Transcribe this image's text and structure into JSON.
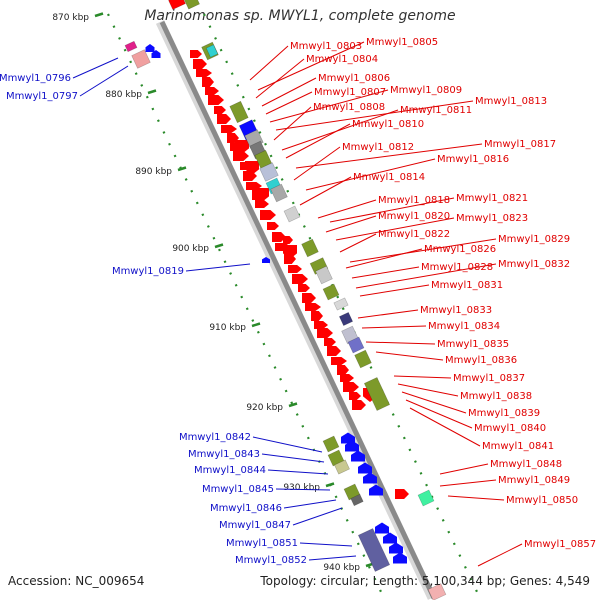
{
  "title": "Marinomonas sp. MWYL1, complete genome",
  "footer": {
    "accession": "Accession: NC_009654",
    "topology": "Topology: circular; Length: 5,100,344 bp; Genes: 4,549"
  },
  "colors": {
    "backbone": "#8a8a8a",
    "forward_label": "#e00000",
    "reverse_label": "#1010c8",
    "tick": "#2a8a2a",
    "cds_red": "#ff0000",
    "cds_blue": "#0b0bff",
    "feature_olive": "#7d9a2a",
    "feature_gray": "#a8a8a8",
    "feature_cyan": "#30d0d0",
    "feature_navy": "#3a3a7a",
    "feature_pink": "#f0a0a0",
    "feature_magenta": "#e0208a",
    "feature_mint": "#40f0a0"
  },
  "kbp_ticks": [
    "870 kbp",
    "880 kbp",
    "890 kbp",
    "900 kbp",
    "910 kbp",
    "920 kbp",
    "930 kbp",
    "940 kbp"
  ],
  "forward_genes": [
    "Mmwyl1_0803",
    "Mmwyl1_0805",
    "Mmwyl1_0804",
    "Mmwyl1_0806",
    "Mmwyl1_0807",
    "Mmwyl1_0809",
    "Mmwyl1_0813",
    "Mmwyl1_0808",
    "Mmwyl1_0811",
    "Mmwyl1_0810",
    "Mmwyl1_0817",
    "Mmwyl1_0812",
    "Mmwyl1_0816",
    "Mmwyl1_0814",
    "Mmwyl1_0818",
    "Mmwyl1_0821",
    "Mmwyl1_0820",
    "Mmwyl1_0823",
    "Mmwyl1_0822",
    "Mmwyl1_0829",
    "Mmwyl1_0826",
    "Mmwyl1_0828",
    "Mmwyl1_0832",
    "Mmwyl1_0831",
    "Mmwyl1_0833",
    "Mmwyl1_0834",
    "Mmwyl1_0835",
    "Mmwyl1_0836",
    "Mmwyl1_0837",
    "Mmwyl1_0838",
    "Mmwyl1_0839",
    "Mmwyl1_0840",
    "Mmwyl1_0841",
    "Mmwyl1_0848",
    "Mmwyl1_0849",
    "Mmwyl1_0850",
    "Mmwyl1_0857"
  ],
  "reverse_genes": [
    "Mmwyl1_0796",
    "Mmwyl1_0797",
    "Mmwyl1_0819",
    "Mmwyl1_0842",
    "Mmwyl1_0843",
    "Mmwyl1_0844",
    "Mmwyl1_0845",
    "Mmwyl1_0846",
    "Mmwyl1_0847",
    "Mmwyl1_0851",
    "Mmwyl1_0852"
  ]
}
